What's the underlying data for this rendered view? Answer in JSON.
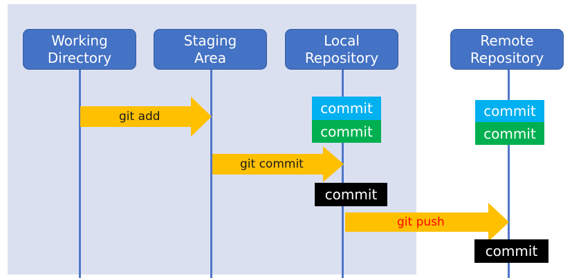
{
  "lanes": [
    {
      "id": "working",
      "label": "Working\nDirectory"
    },
    {
      "id": "staging",
      "label": "Staging\nArea"
    },
    {
      "id": "local",
      "label": "Local\nRepository"
    },
    {
      "id": "remote",
      "label": "Remote\nRepository"
    }
  ],
  "arrows": {
    "add": "git add",
    "commit": "git commit",
    "push": "git push"
  },
  "commits": {
    "local_1": "commit",
    "local_2": "commit",
    "local_new": "commit",
    "remote_1": "commit",
    "remote_2": "commit",
    "remote_new": "commit"
  },
  "colors": {
    "panel": "#dbe0f1",
    "lane_box": "#4472c4",
    "lifeline": "#4f76c8",
    "arrow": "#ffc000",
    "commit_blue": "#00b0f0",
    "commit_green": "#00b050",
    "commit_black": "#000000",
    "push_label": "#ff0000"
  }
}
